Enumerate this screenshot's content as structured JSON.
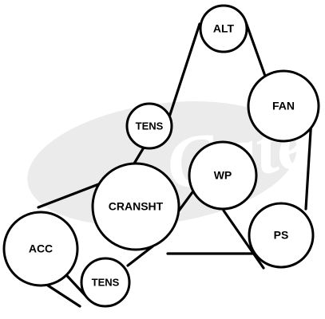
{
  "diagram": {
    "watermark": {
      "brand": "Gates",
      "color": "#ebebeb"
    },
    "pulleys": [
      {
        "id": "alt",
        "label": "ALT"
      },
      {
        "id": "fan",
        "label": "FAN"
      },
      {
        "id": "tens_top",
        "label": "TENS"
      },
      {
        "id": "wp",
        "label": "WP"
      },
      {
        "id": "cranksht",
        "label": "CRANSHT"
      },
      {
        "id": "ps",
        "label": "PS"
      },
      {
        "id": "acc",
        "label": "ACC"
      },
      {
        "id": "tens_bottom",
        "label": "TENS"
      }
    ],
    "belt": {
      "route": [
        "alt",
        "fan",
        "ps",
        "wp",
        "cranksht",
        "tens_bottom",
        "acc",
        "cranksht",
        "tens_top"
      ],
      "color": "#000000"
    }
  }
}
